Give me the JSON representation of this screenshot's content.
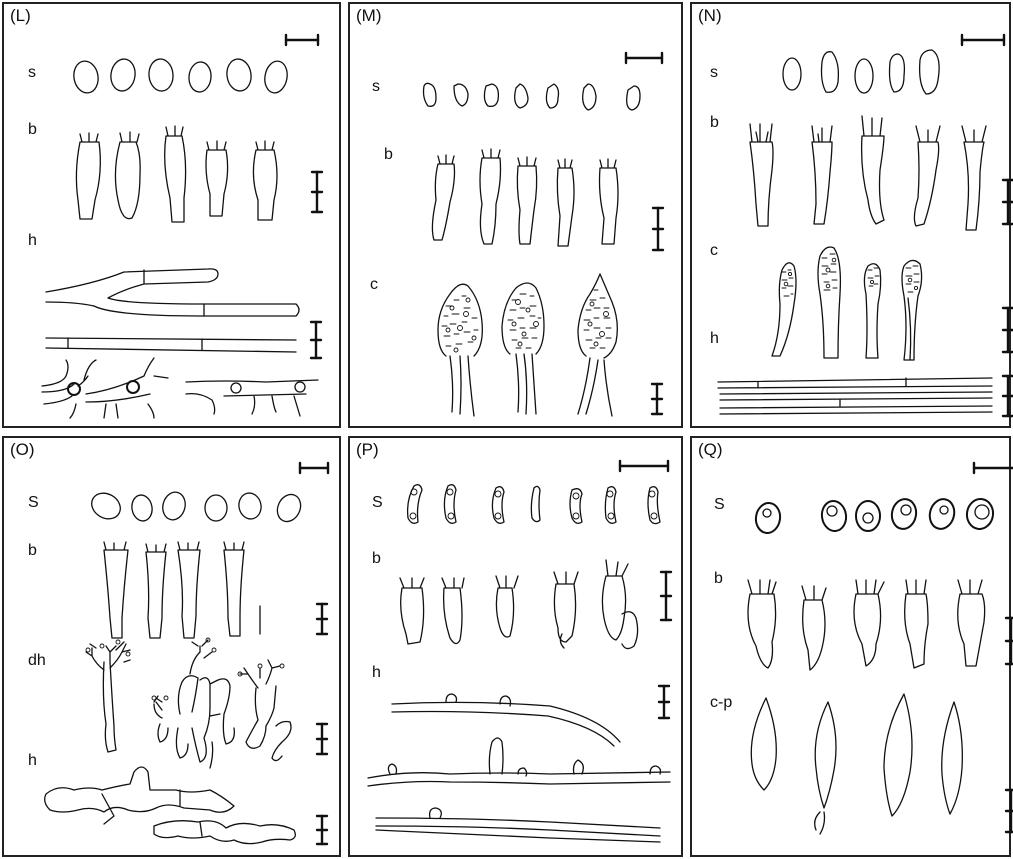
{
  "panels": [
    {
      "id": "L",
      "title": "(L)",
      "rows": [
        "s",
        "b",
        "h"
      ]
    },
    {
      "id": "M",
      "title": "(M)",
      "rows": [
        "s",
        "b",
        "c"
      ]
    },
    {
      "id": "N",
      "title": "(N)",
      "rows": [
        "s",
        "b",
        "c",
        "h"
      ]
    },
    {
      "id": "O",
      "title": "(O)",
      "rows": [
        "S",
        "b",
        "dh",
        "h"
      ]
    },
    {
      "id": "P",
      "title": "(P)",
      "rows": [
        "S",
        "b",
        "h"
      ]
    },
    {
      "id": "Q",
      "title": "(Q)",
      "rows": [
        "S",
        "b",
        "c-p"
      ]
    }
  ]
}
